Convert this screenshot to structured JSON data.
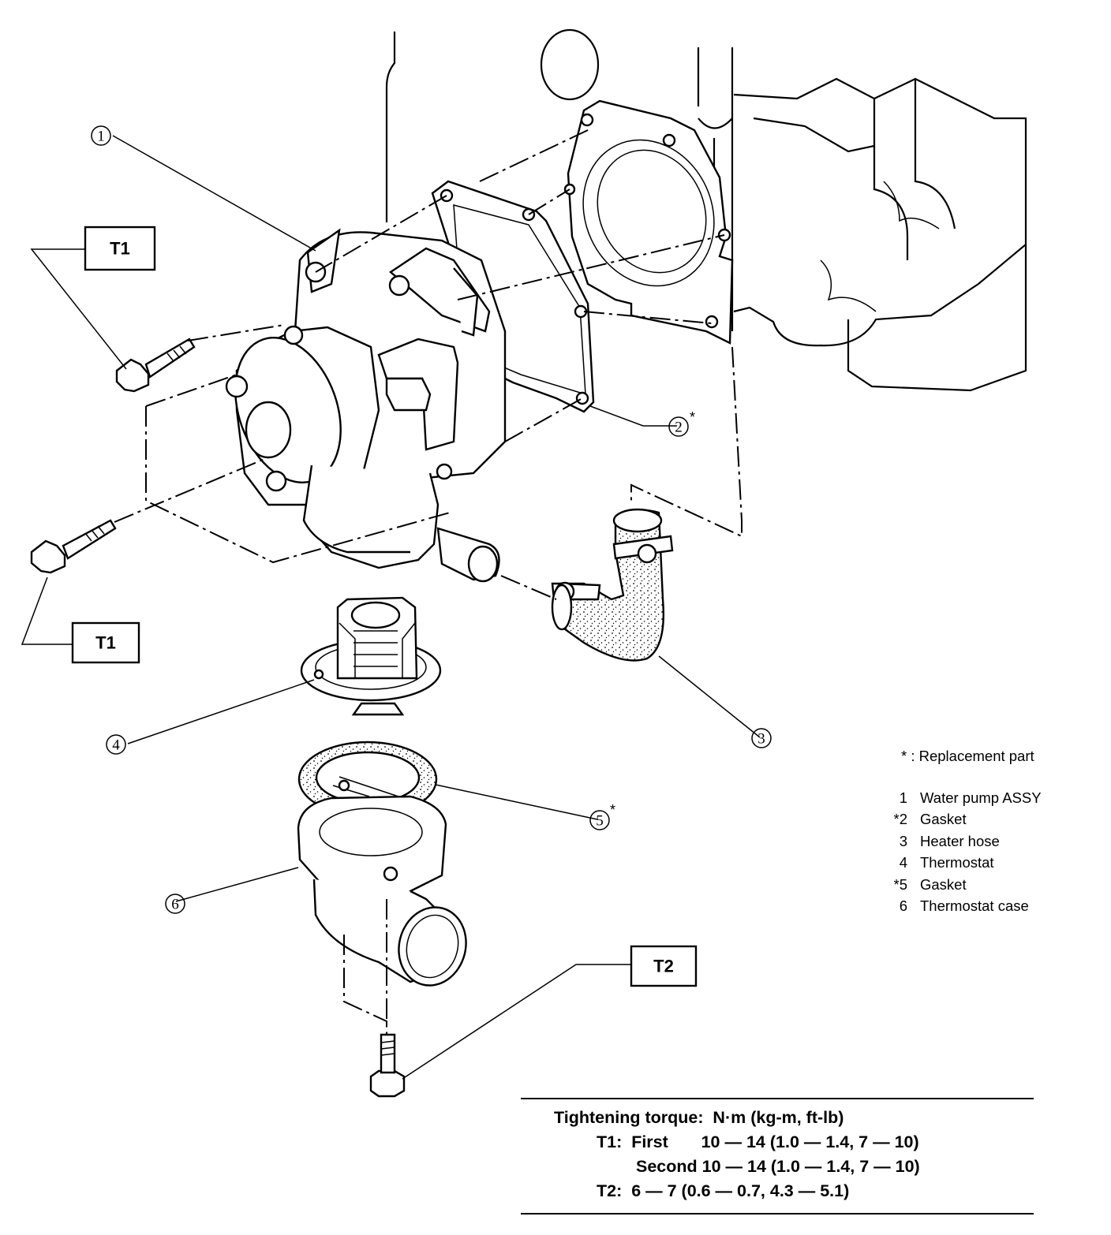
{
  "callouts": [
    "1",
    "2",
    "3",
    "4",
    "5",
    "6"
  ],
  "replacement_mark": "*",
  "torque_labels": {
    "t1": "T1",
    "t2": "T2"
  },
  "legend": {
    "note": "* :  Replacement part",
    "items": [
      {
        "num": "1",
        "name": "Water pump ASSY"
      },
      {
        "num": "*2",
        "name": "Gasket"
      },
      {
        "num": "3",
        "name": "Heater hose"
      },
      {
        "num": "4",
        "name": "Thermostat"
      },
      {
        "num": "*5",
        "name": "Gasket"
      },
      {
        "num": "6",
        "name": "Thermostat case"
      }
    ]
  },
  "torque_table": {
    "header": "Tightening torque:  N·m (kg-m, ft-lb)",
    "t1_first": "T1:  First       10 — 14 (1.0 — 1.4, 7 — 10)",
    "t1_second": "Second 10 — 14 (1.0 — 1.4, 7 — 10)",
    "t2": "T2:  6 — 7 (0.6 — 0.7, 4.3 — 5.1)"
  }
}
